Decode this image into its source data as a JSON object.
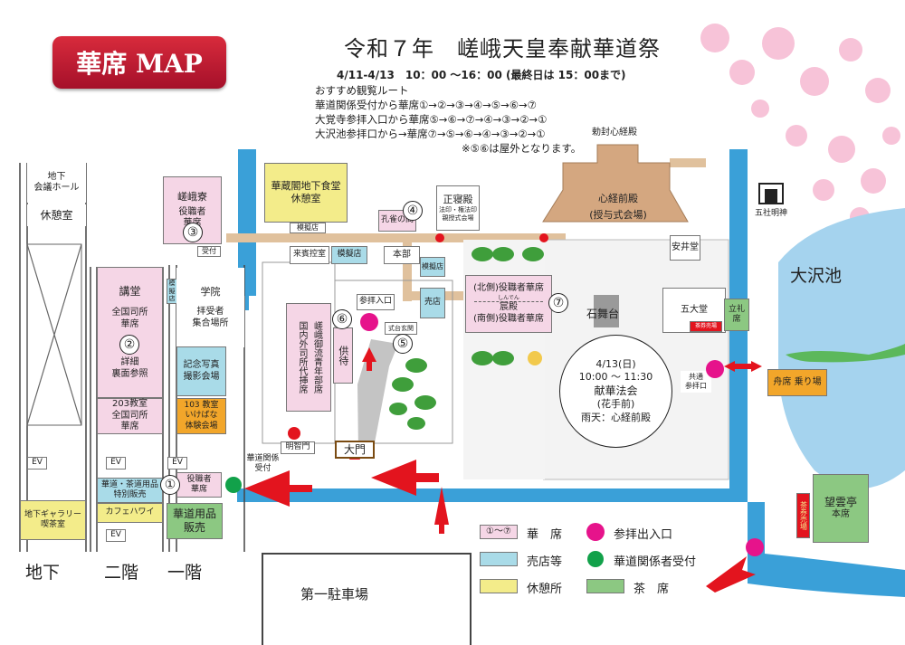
{
  "badge": "華席 MAP",
  "title": "令和７年　嵯峨天皇奉献華道祭",
  "hours": "4/11-4/13　10：00 ～16：00 (最終日は 15：00まで)",
  "routes": {
    "heading": "おすすめ観覧ルート",
    "r1": "華道関係受付から華席①→②→③→④→⑤→⑥→⑦",
    "r2": "大覚寺参拝入口から華席⑤→⑥→⑦→④→③→②→①",
    "r3": "大沢池参拝口から→華席⑦→⑤→⑥→④→③→②→①",
    "note": "※⑤⑥は屋外となります。"
  },
  "floors": {
    "basement": "地下",
    "second": "二階",
    "first": "一階"
  },
  "buildings": {
    "b_basement_hall": "地下\n会議ホール",
    "b_rest_room": "休憩室",
    "b_gallery": "地下ギャラリー\n喫茶室",
    "b_kodo": "講堂",
    "b_kodo_sub": "全国司所\n華席",
    "b_detail": "詳細\n裏面参照",
    "b_203": "203教室\n全国司所\n華席",
    "b_goods_special": "華道・茶道用品\n特別販売",
    "b_cafe": "カフェハワイ",
    "b_sagaryo": "嵯峨寮",
    "b_sagaryo_sub": "役職者\n華席",
    "b_reception": "受付",
    "b_mosho": "模擬店",
    "b_gakuin": "学院",
    "b_gakuin_sub": "拝受者\n集合場所",
    "b_photo": "記念写真\n撮影会場",
    "b_103": "103 教室\nいけばな\n体験会場",
    "b_yakushoku1": "役職者\n華席",
    "b_goods": "華道用品\n販売",
    "b_kazoukaku": "華蔵閣地下食堂\n休憩室",
    "b_mosho2": "模擬店",
    "b_raihin": "来賓控室",
    "b_mosho3": "模擬店",
    "b_honbu": "本部",
    "b_mosho4": "模擬店",
    "b_baiten": "売店",
    "b_sanpai": "参拝入口",
    "b_shikidai": "式台玄関",
    "b_kujaku": "孔雀の間",
    "b_shoshinden": "正寝殿",
    "b_shoshinden_sub": "法印・権法印\n親授式会場",
    "b_chokufu": "勅封心経殿",
    "b_shingyo": "心経前殿",
    "b_shingyo_sub": "(授与式会場)",
    "b_shinden_north": "(北側)役職者華席",
    "b_shinden": "宸殿",
    "b_shinden_ruby": "しんでん",
    "b_shinden_south": "(南側)役職者華席",
    "b_ishibutai": "石舞台",
    "b_kokusai": "国内外司所代挿席",
    "b_saga": "嵯峨御流青年部席",
    "b_kuyou": "供待",
    "b_meichimon": "明智門",
    "b_daimon": "大門",
    "b_anjido": "安井堂",
    "b_godaido": "五大堂",
    "b_tatsurei": "立礼席",
    "b_chaken": "茶券売場",
    "b_kyotsu": "共通\n参拝口",
    "b_osawa": "大沢池",
    "b_funaseki": "舟席 乗り場",
    "b_goshamyo": "五社明神",
    "b_bounkei": "望雲亭",
    "b_bounkei_sub": "本席",
    "b_chaken2": "茶券売場",
    "b_kado_reception": "華道関係\n受付",
    "b_parking": "第一駐車場",
    "b_ev": "EV"
  },
  "event": {
    "date": "4/13(日)",
    "time": "10:00 ～ 11:30",
    "name": "献華法会",
    "sub": "(花手前)",
    "rain": "雨天：心経前殿"
  },
  "legend": {
    "kaseki_mark": "①～⑦",
    "kaseki": "華　席",
    "entry": "参拝出入口",
    "shop": "売店等",
    "kado_recep": "華道関係者受付",
    "rest": "休憩所",
    "tea": "茶　席"
  },
  "nums": [
    "①",
    "②",
    "③",
    "④",
    "⑤",
    "⑥",
    "⑦"
  ],
  "colors": {
    "pink": "#f5d6e6",
    "magenta": "#e6138b",
    "green": "#12a14a",
    "water": "#3aa0d8",
    "route_arrow": "#e3141e"
  }
}
